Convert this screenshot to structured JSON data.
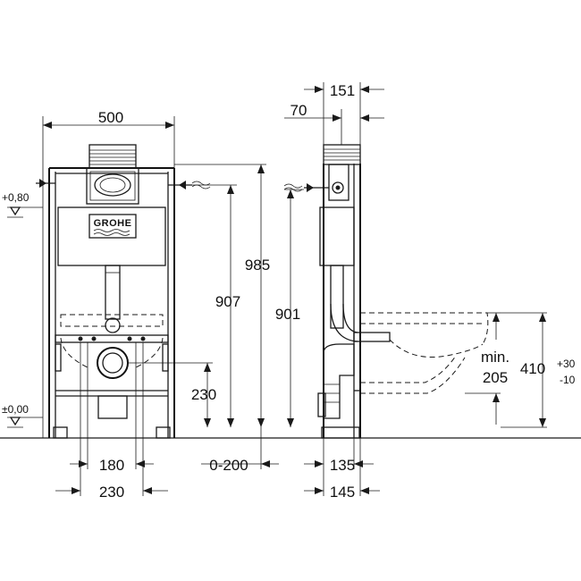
{
  "brand": {
    "logo_text": "GROHE"
  },
  "levels": {
    "top_level": "+0,80",
    "floor_level": "±0,00"
  },
  "front_view": {
    "width_top": "500",
    "height_total": "985",
    "height_inner": "907",
    "outlet_height": "230",
    "bolt_spacing": "180",
    "outlet_spacing": "230",
    "depth_range": "0-200"
  },
  "side_view": {
    "depth_top": "151",
    "offset_top": "70",
    "height_side": "901",
    "bottom_inner": "135",
    "bottom_outer": "145",
    "min_label": "min.",
    "min_value": "205",
    "bowl_height": "410",
    "tol_plus": "+30",
    "tol_minus": "-10"
  }
}
